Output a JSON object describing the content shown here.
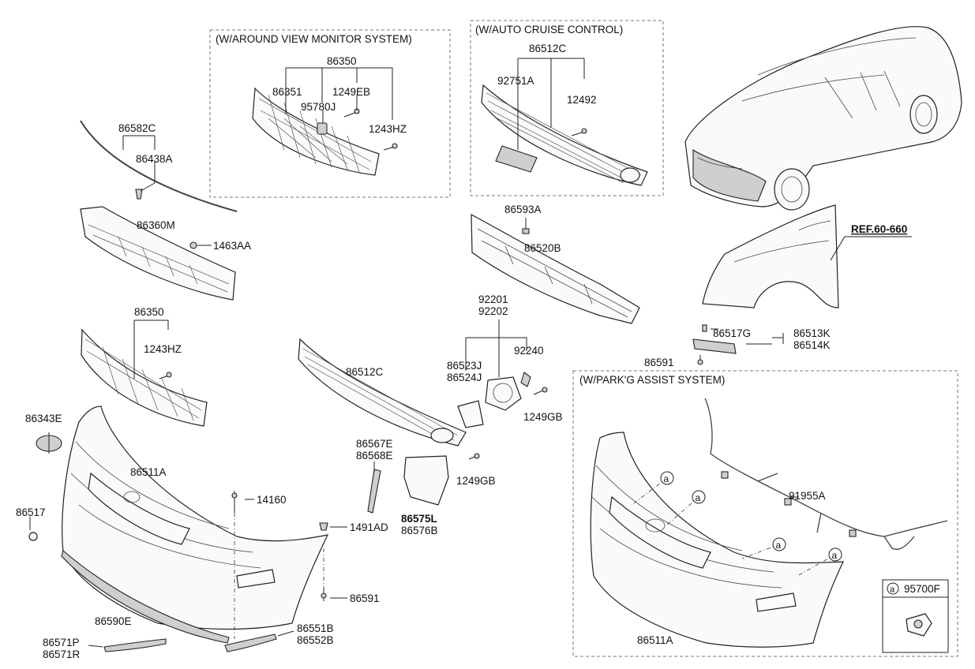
{
  "sections": {
    "around_view": "(W/AROUND VIEW MONITOR SYSTEM)",
    "auto_cruise": "(W/AUTO CRUISE CONTROL)",
    "park_assist": "(W/PARK'G ASSIST SYSTEM)"
  },
  "labels": {
    "p86350_top": "86350",
    "p86351": "86351",
    "p1249EB": "1249EB",
    "p95780J": "95780J",
    "p1243HZ_top": "1243HZ",
    "p86512C_top": "86512C",
    "p92751A": "92751A",
    "p12492": "12492",
    "p86582C": "86582C",
    "p86438A": "86438A",
    "p86360M": "86360M",
    "p1463AA": "1463AA",
    "p86350_mid": "86350",
    "p1243HZ_mid": "1243HZ",
    "p86593A": "86593A",
    "p86520B": "86520B",
    "pREF": "REF.60-660",
    "p92201": "92201",
    "p92202": "92202",
    "p92240": "92240",
    "p86523J": "86523J",
    "p86524J": "86524J",
    "p86512C_mid": "86512C",
    "p1249GB_a": "1249GB",
    "p86517G": "86517G",
    "p86513K": "86513K",
    "p86514K": "86514K",
    "p86591_r": "86591",
    "p86343E": "86343E",
    "p86511A": "86511A",
    "p86567E": "86567E",
    "p86568E": "86568E",
    "p1249GB_b": "1249GB",
    "p14160": "14160",
    "p86517": "86517",
    "p1491AD": "1491AD",
    "p86575L": "86575L",
    "p86576B": "86576B",
    "p86591": "86591",
    "p86590E": "86590E",
    "p86551B": "86551B",
    "p86552B": "86552B",
    "p86571P": "86571P",
    "p86571R": "86571R",
    "p91955A": "91955A",
    "p86511A_r": "86511A",
    "p95700F": "95700F",
    "callout": "a"
  }
}
